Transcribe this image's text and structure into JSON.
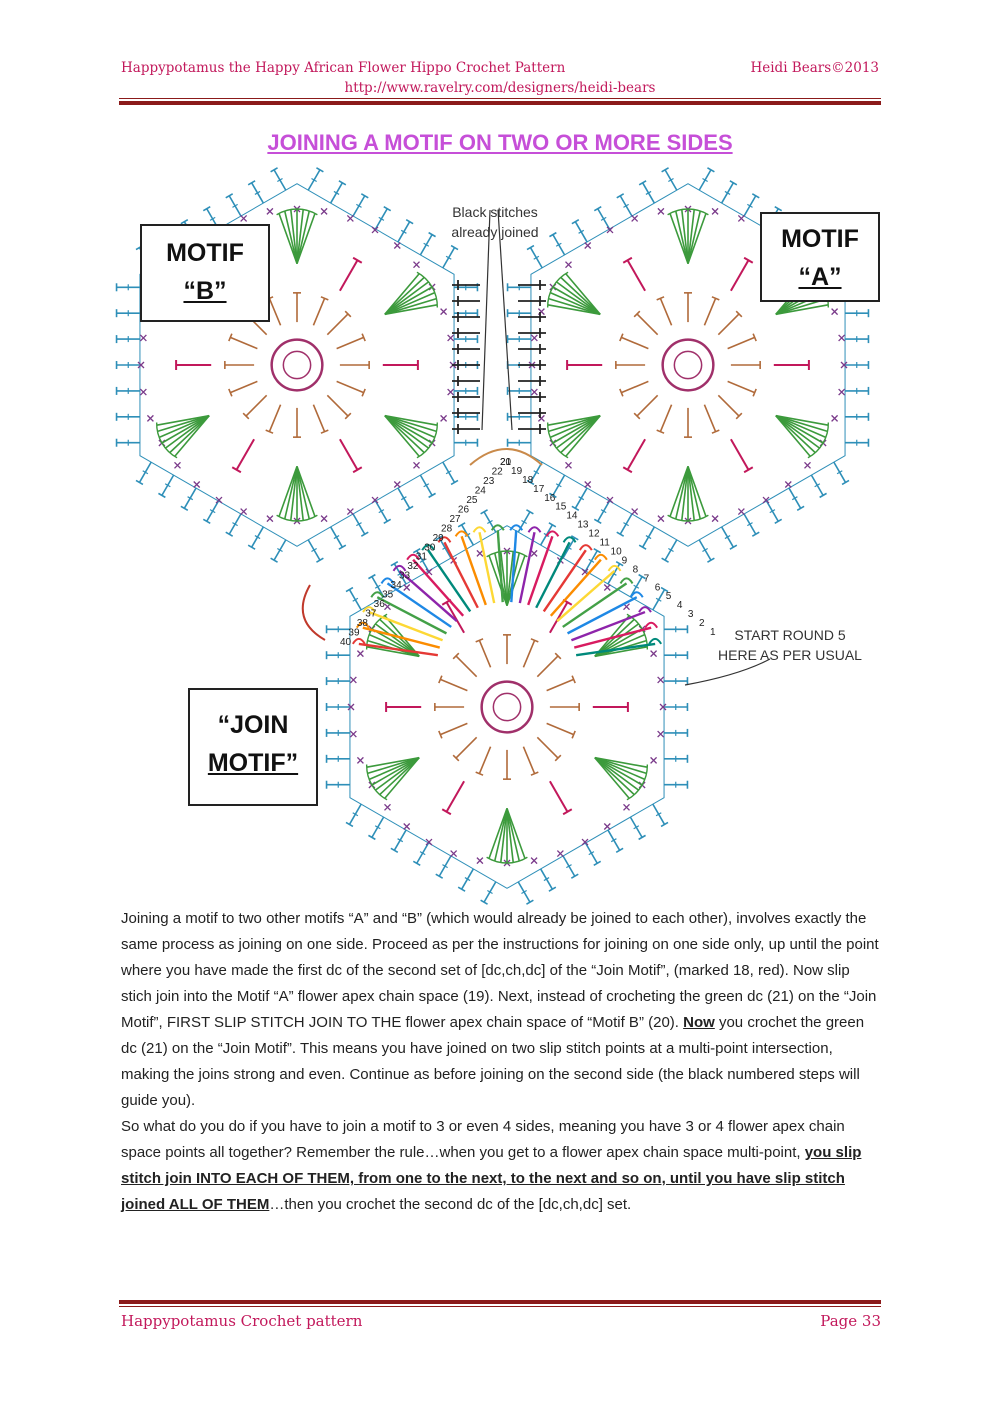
{
  "header": {
    "left": "Happypotamus the Happy African Flower Hippo Crochet Pattern",
    "right": "Heidi Bears©2013",
    "url": "http://www.ravelry.com/designers/heidi-bears"
  },
  "title": "JOINING A MOTIF ON TWO OR MORE SIDES",
  "diagram": {
    "label_b_line1": "MOTIF",
    "label_b_line2": "“B”",
    "label_a_line1": "MOTIF",
    "label_a_line2": "“A”",
    "label_join_line1": "“JOIN",
    "label_join_line2": "MOTIF”",
    "callout_black_line1": "Black stitches",
    "callout_black_line2": "already joined",
    "callout_start_line1": "START ROUND 5",
    "callout_start_line2": "HERE AS PER USUAL",
    "step_numbers": [
      "1",
      "2",
      "3",
      "4",
      "5",
      "6",
      "7",
      "8",
      "9",
      "10",
      "11",
      "12",
      "13",
      "14",
      "15",
      "16",
      "17",
      "18",
      "19",
      "20",
      "21",
      "22",
      "23",
      "24",
      "25",
      "26",
      "27",
      "28",
      "29",
      "30",
      "31",
      "32",
      "33",
      "34",
      "35",
      "36",
      "37",
      "38",
      "39",
      "40"
    ],
    "colors": {
      "outer_round": "#2e8fb8",
      "petals": "#3c9a3c",
      "middle_round": "#b06a3a",
      "center": "#a0306a",
      "spokes": "#c2185b",
      "joined": "#222222"
    }
  },
  "body": {
    "p1": "Joining a motif to two other motifs  “A” and “B” (which would already be joined to each other), involves exactly the same process as joining on one side. Proceed as per the instructions for joining on one side only, up until the point where you have made the first dc of the second set of [dc,ch,dc] of the “Join Motif”, (marked 18, red). Now slip stich join into the Motif “A” flower apex chain space (19). Next, instead of crocheting the green dc (21) on the “Join Motif”, FIRST SLIP STITCH JOIN TO THE flower apex chain space of “Motif B” (20). ",
    "p1_now": "Now",
    "p1_rest": " you crochet the green dc (21) on the “Join Motif”. This means you have joined on two slip stitch points at a multi-point intersection, making the joins strong and even.  Continue as before joining on the second side (the black numbered steps will guide you).",
    "p2_a": "So what do you do if you have to join a motif to 3 or even 4 sides, meaning you have 3 or 4 flower apex chain space points all together? Remember the rule…when you get to a flower apex chain space multi-point, ",
    "p2_bold": "you slip stitch join INTO EACH OF THEM, from one to the next, to the next and so on, until you have slip stitch joined ALL OF THEM",
    "p2_end": "…then you crochet the second dc of the [dc,ch,dc] set."
  },
  "footer": {
    "left": "Happypotamus Crochet pattern",
    "right": "Page 33"
  }
}
